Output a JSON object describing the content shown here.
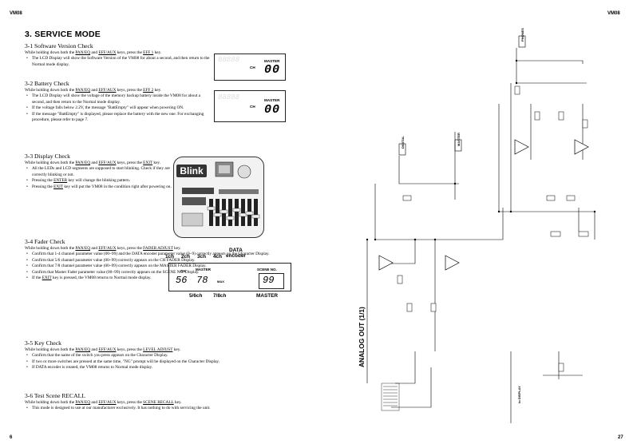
{
  "left_page": {
    "header": "VM08",
    "page_number": "6",
    "title": "3. SERVICE MODE",
    "sections": [
      {
        "heading": "3-1   Software Version Check",
        "intro_parts": [
          "While holding down both the ",
          "PAN/EQ",
          " and ",
          "EFF/AUX",
          " keys, press the ",
          "EFF 1",
          " key."
        ],
        "bullets": [
          "The LCD Display will show the Software Version of the VM08 for about a second, and then return to the Normal mode display."
        ]
      },
      {
        "heading": "3-2   Battery Check",
        "intro_parts": [
          "While holding down both the ",
          "PAN/EQ",
          " and ",
          "EFF/AUX",
          " keys, press the ",
          "EFF 2",
          " key."
        ],
        "bullets": [
          "The LCD Display will show the voltage of the memory backup battery inside the VM08 for about a second, and then return to the Normal mode display.",
          "If the voltage falls below 2.2V, the message \"BattEmpty\" will appear when powering ON.",
          "If the message \"BattEmpty\" is displayed, please replace the battery with the new one. For exchanging procedure, please refer to page 7."
        ]
      },
      {
        "heading": "3-3   Display Check",
        "intro_parts": [
          "While holding down both the ",
          "PAN/EQ",
          " and ",
          "EFF/AUX",
          " keys, press the ",
          "EXIT",
          " key."
        ],
        "bullets_parts": [
          [
            "All the LEDs and LCD segments are supposed to start blinking. Check if they are correctly blinking or not."
          ],
          [
            "Pressing the ",
            "ENTER",
            " key will change the blinking pattern."
          ],
          [
            "Pressing the ",
            "EXIT",
            " key will put the VM08 in the condition right after powering on."
          ]
        ]
      },
      {
        "heading": "3-4   Fader Check",
        "intro_parts": [
          "While holding down both the ",
          "PAN/EQ",
          " and ",
          "EFF/AUX",
          " keys, press the ",
          "FADER ADJUST",
          " key."
        ],
        "bullets_parts": [
          [
            "Confirm that 1-4 channel parameter value (00~99) and the DATA encoder parameter value (0~9) correctly appears on the Character Display."
          ],
          [
            "Confirm that 5/6 channel parameter value (00~99) correctly appears on the CH FADER Display."
          ],
          [
            "Confirm that 7/8 channel parameter value (00~99) correctly appears on the MASTER FADER Display."
          ],
          [
            "Confirm that Master Fader parameter value (00~99) correctly appears on the SCENE NO. Display."
          ],
          [
            "If the ",
            "EXIT",
            " key is pressed, the VM08 returns to Normal mode display."
          ]
        ]
      },
      {
        "heading": "3-5   Key Check",
        "intro_parts": [
          "While holding down both the ",
          "PAN/EQ",
          " and ",
          "EFF/AUX",
          " keys, press the ",
          "LEVEL ADJUST",
          " key."
        ],
        "bullets": [
          "Confirm that the name of the switch you press appears on the Character Display.",
          "If two or more switches are pressed at the same time, \"NG\" prompt will be displayed on the Character Display.",
          "If DATA encoder is rotated, the VM08 returns to Normal mode display."
        ]
      },
      {
        "heading": "3-6   Test Scene RECALL",
        "intro_parts": [
          "While holding down both the ",
          "PAN/EQ",
          " and ",
          "EFF/AUX",
          " keys, press the ",
          "SCENE RECALL",
          " key."
        ],
        "bullets": [
          "This mode is designed to use at our manufacturer exclusively. It has nothing to do with servicing the unit."
        ]
      }
    ],
    "lcd1": {
      "ch": "CH",
      "master": "MASTER",
      "value": "00"
    },
    "lcd2": {
      "ch": "CH",
      "master": "MASTER",
      "value": "00"
    },
    "device": {
      "blink": "Blink"
    },
    "fader_diagram": {
      "channels_top": [
        "1ch",
        "2ch",
        "3ch",
        "4ch"
      ],
      "data_encoder": "DATA\nencoder",
      "ch": "CH",
      "master": "MASTER",
      "digits_ch": "56",
      "digits_master": "78",
      "max": "MAX",
      "scene_no": "SCENE NO.",
      "scene_digits": "99",
      "channels_bottom": [
        "5/6ch",
        "7/8ch"
      ],
      "master_bottom": "MASTER"
    }
  },
  "right_page": {
    "header": "VM08",
    "page_number": "27",
    "schematic_title": "ANALOG OUT (1/1)",
    "labels": {
      "phones": "PHONES",
      "master": "MASTER",
      "digital": "DIGITAL",
      "to_display": "to DISPLAY"
    }
  },
  "colors": {
    "ink": "#000000",
    "paper": "#ffffff"
  }
}
